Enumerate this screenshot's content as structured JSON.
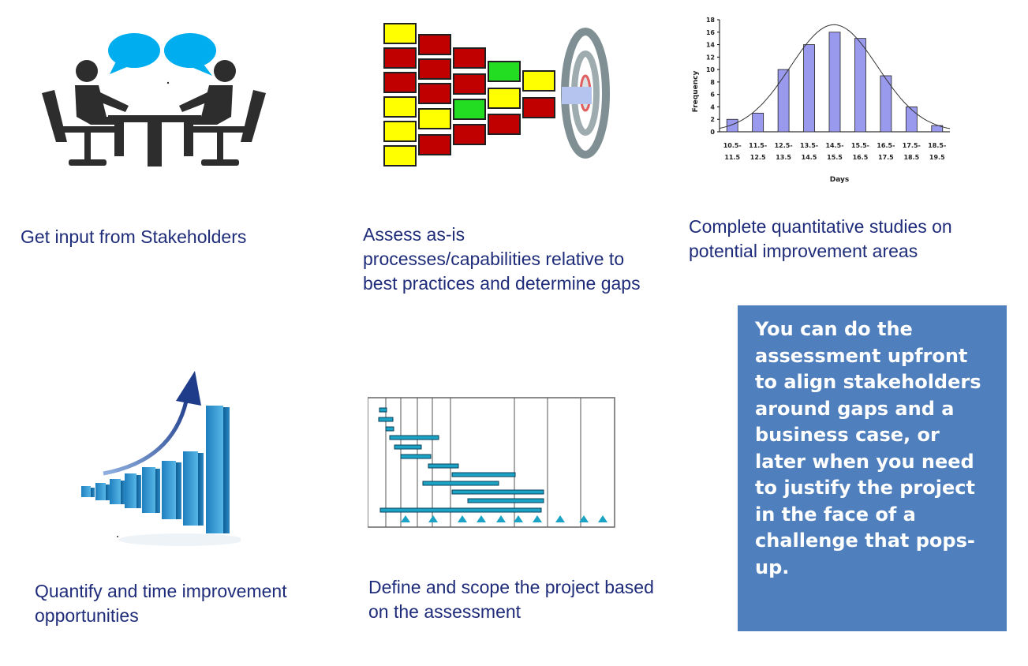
{
  "captions": {
    "stakeholders": "Get input from Stakeholders",
    "assess": "Assess as-is processes/capabilities relative to best practices and determine gaps",
    "quantitative": "Complete quantitative studies on potential improvement areas",
    "quantify": "Quantify and time improvement opportunities",
    "define": "Define and scope the project based on the assessment"
  },
  "callout": {
    "text": "You can do the assessment upfront to align stakeholders around gaps and a business case, or later when you need to justify the project in the face of a challenge that pops-up.",
    "background": "#4f7fbd"
  },
  "colors": {
    "caption_text": "#1f2c7a",
    "figure_dark": "#2d2d2d",
    "speech_bubble": "#00aeef",
    "gap_yellow": "#ffff00",
    "gap_red": "#c00000",
    "gap_green": "#22dd22",
    "bar_blue": "#9999ee",
    "gantt_teal": "#1aa3c4"
  },
  "icons": {
    "stakeholders": "meeting-people-icon",
    "assess": "gap-blocks-target-icon",
    "quantify": "growth-bars-arrow-icon",
    "define": "gantt-chart-icon"
  },
  "chart_data": {
    "type": "bar",
    "title": "",
    "xlabel": "Days",
    "ylabel": "Frequency",
    "categories": [
      "10.5-11.5",
      "11.5-12.5",
      "12.5-13.5",
      "13.5-14.5",
      "14.5-15.5",
      "15.5-16.5",
      "16.5-17.5",
      "17.5-18.5",
      "18.5-19.5"
    ],
    "values": [
      2,
      3,
      10,
      14,
      16,
      15,
      9,
      4,
      1
    ],
    "ylim": [
      0,
      18
    ],
    "yticks": [
      0,
      2,
      4,
      6,
      8,
      10,
      12,
      14,
      16,
      18
    ],
    "overlay": "normal-curve",
    "grid": false
  }
}
